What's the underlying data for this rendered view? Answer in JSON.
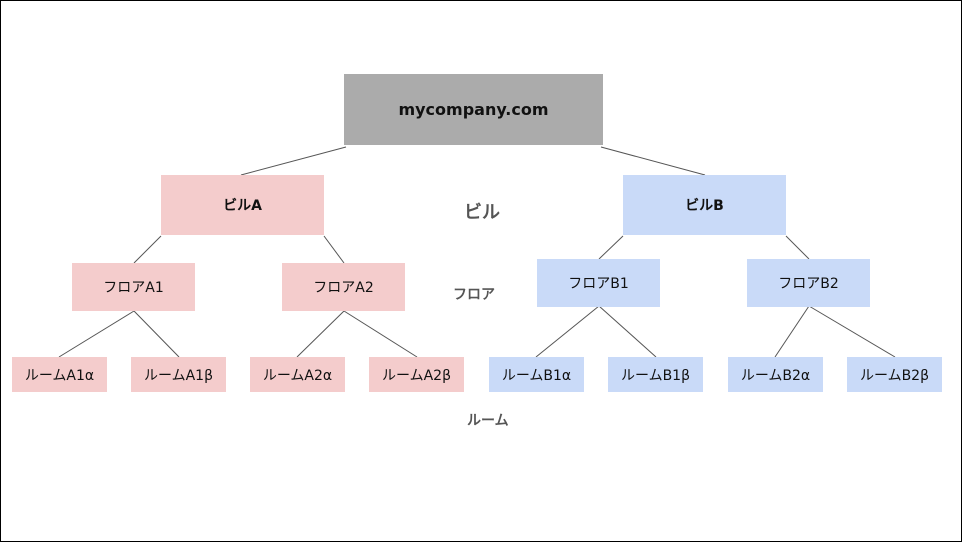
{
  "diagram": {
    "root": "mycompany.com",
    "buildings": [
      {
        "label": "ビルA",
        "floors": [
          {
            "label": "フロアA1",
            "rooms": [
              "ルームA1α",
              "ルームA1β"
            ]
          },
          {
            "label": "フロアA2",
            "rooms": [
              "ルームA2α",
              "ルームA2β"
            ]
          }
        ]
      },
      {
        "label": "ビルB",
        "floors": [
          {
            "label": "フロアB1",
            "rooms": [
              "ルームB1α",
              "ルームB1β"
            ]
          },
          {
            "label": "フロアB2",
            "rooms": [
              "ルームB2α",
              "ルームB2β"
            ]
          }
        ]
      }
    ],
    "level_labels": {
      "building": "ビル",
      "floor": "フロア",
      "room": "ルーム"
    }
  },
  "colors": {
    "root_fill": "#ababab",
    "group_a_fill": "#f4cccc",
    "group_b_fill": "#c9daf8",
    "edge": "#555555",
    "level_label": "#555555"
  }
}
